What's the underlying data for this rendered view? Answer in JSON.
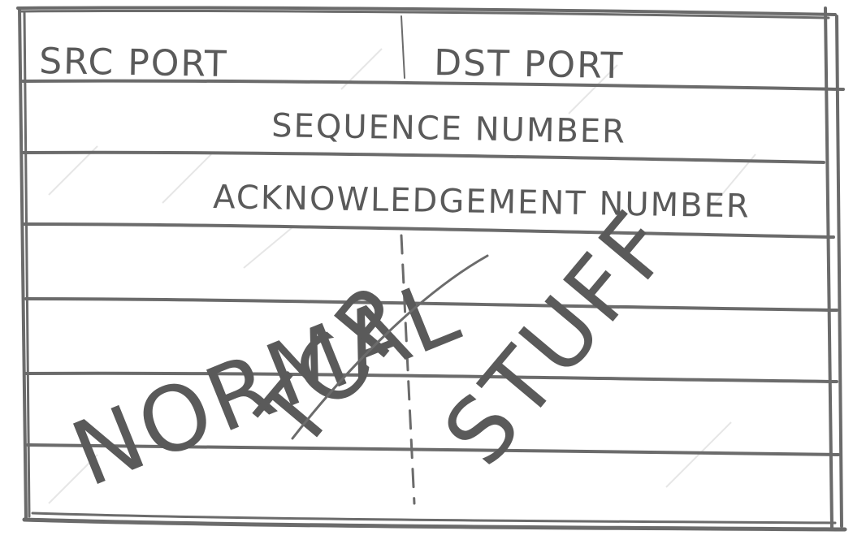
{
  "diagram": {
    "header": {
      "src_port": "SRC PORT",
      "dst_port": "DST PORT"
    },
    "rows": {
      "sequence": "SEQUENCE NUMBER",
      "acknowledgement": "ACKNOWLEDGEMENT NUMBER"
    },
    "overlay": {
      "word1": "NORMAL",
      "word2": "TCP",
      "word3": "STUFF"
    },
    "ink_color": "#5a5a5a"
  }
}
